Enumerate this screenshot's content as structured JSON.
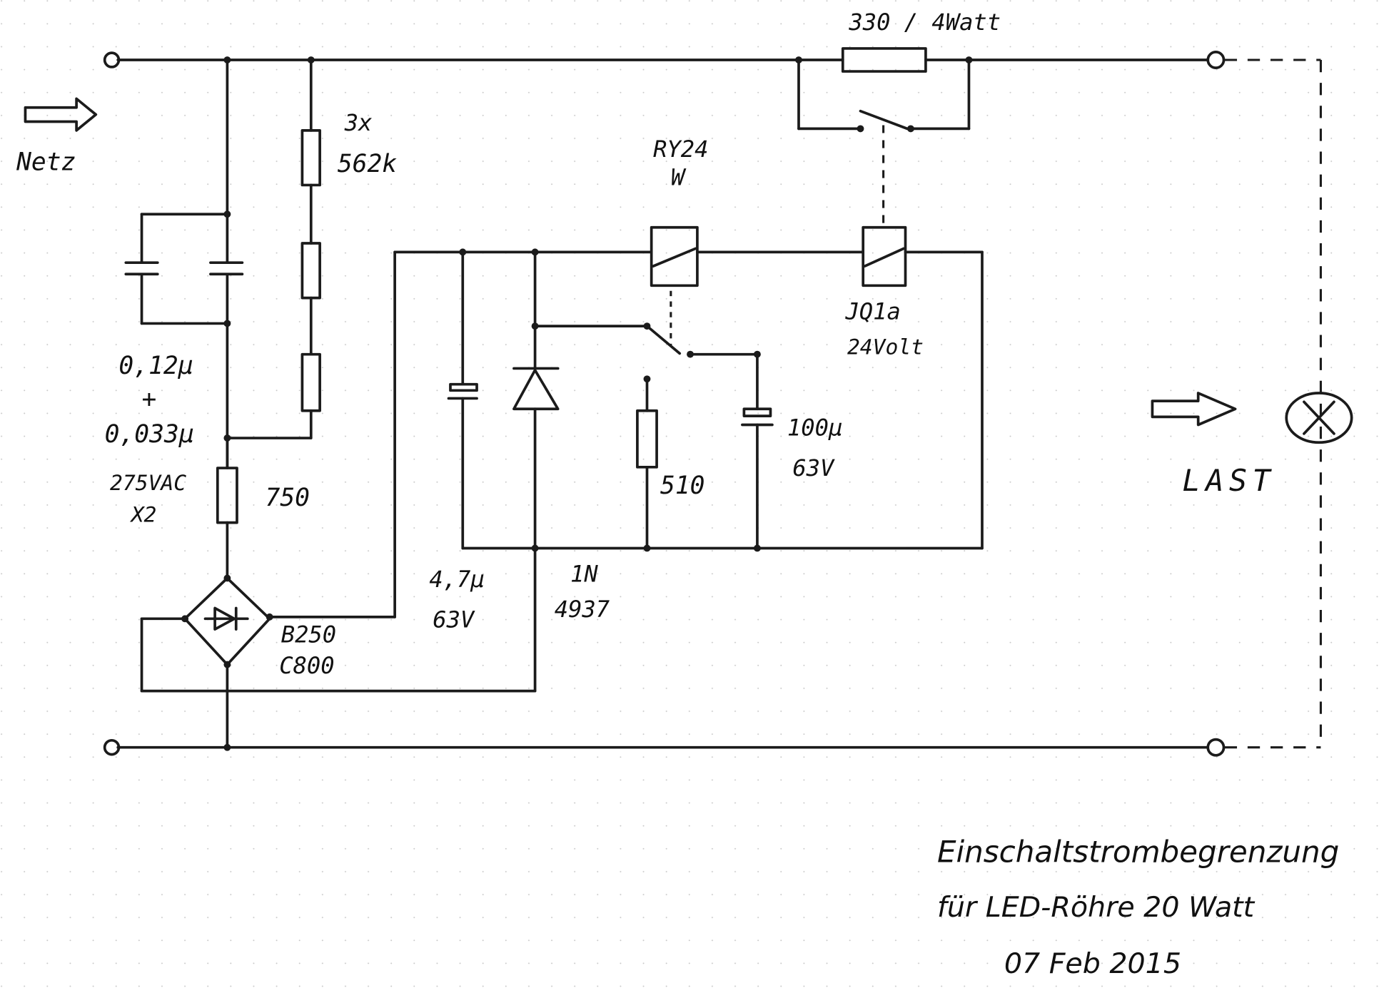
{
  "labels": {
    "input": "Netz",
    "output": "LAST",
    "resistor_chain": [
      "3x",
      "562k"
    ],
    "cap_values": [
      "0,12μ",
      "+",
      "0,033μ"
    ],
    "cap_rating": [
      "275VAC",
      "X2"
    ],
    "series_resistor": "750",
    "bridge": [
      "B250",
      "C800"
    ],
    "small_cap": [
      "4,7μ",
      "63V"
    ],
    "diode": [
      "1N",
      "4937"
    ],
    "relay1": [
      "RY24",
      "W"
    ],
    "relay2": [
      "JQ1a",
      "24Volt"
    ],
    "bypass_resistor": "330 / 4Watt",
    "discharge_resistor": "510",
    "big_cap": [
      "100μ",
      "63V"
    ]
  },
  "title_block": {
    "line1": "Einschaltstrombegrenzung",
    "line2": "für LED-Röhre 20 Watt",
    "line3": "07 Feb 2015"
  }
}
